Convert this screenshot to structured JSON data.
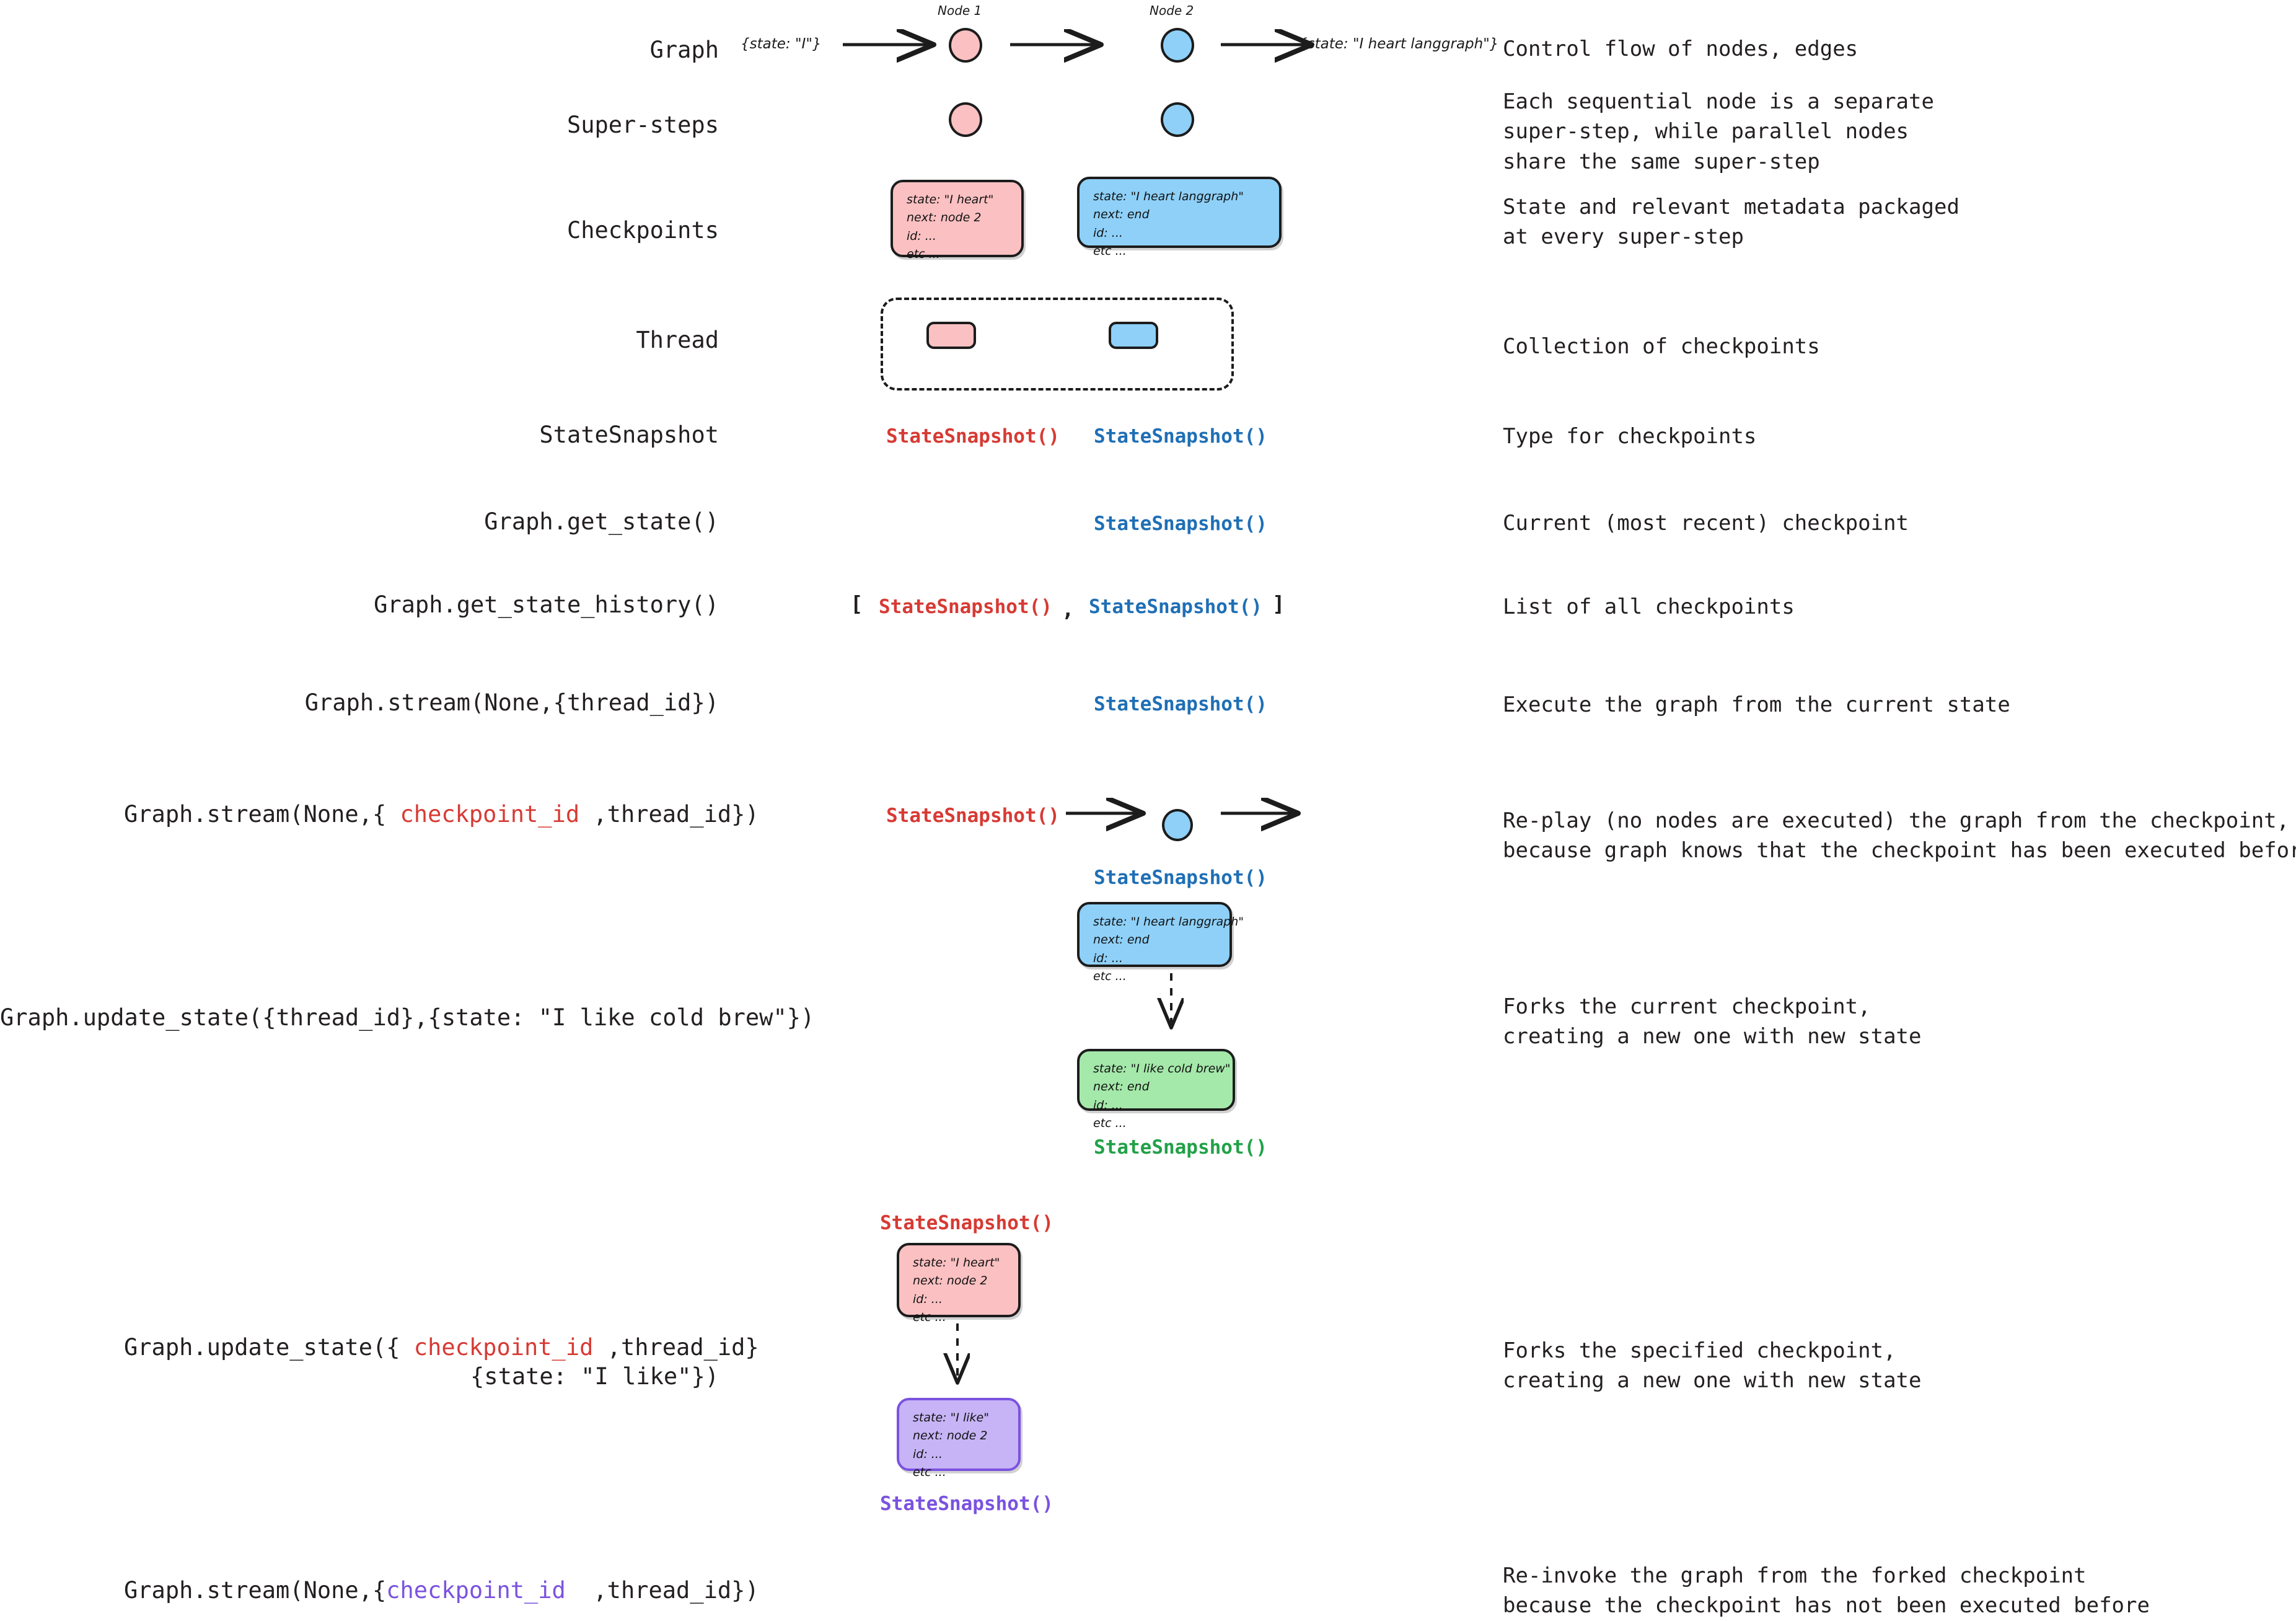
{
  "rows": [
    {
      "label": "Graph",
      "description": "Control flow of nodes, edges"
    },
    {
      "label": "Super-steps",
      "description": "Each sequential node is a separate\nsuper-step, while parallel nodes\nshare the same super-step"
    },
    {
      "label": "Checkpoints",
      "description": "State and relevant metadata packaged\nat every super-step"
    },
    {
      "label": "Thread",
      "description": "Collection of checkpoints"
    },
    {
      "label": "StateSnapshot",
      "description": "Type for checkpoints"
    },
    {
      "label": "Graph.get_state()",
      "description": "Current (most recent) checkpoint"
    },
    {
      "label": "Graph.get_state_history()",
      "description": "List of all checkpoints"
    },
    {
      "label": "Graph.stream(None,{thread_id})",
      "description": "Execute the graph from the current state"
    },
    {
      "label_parts": [
        "Graph.stream(None,{ ",
        "checkpoint_id",
        " ,thread_id})"
      ],
      "description": "Re-play (no nodes are executed) the graph from the checkpoint,\nbecause graph knows that the checkpoint has been executed before"
    },
    {
      "label": "Graph.update_state({thread_id},{state: \"I like cold brew\"})",
      "description": "Forks the current checkpoint,\ncreating a new one with new state"
    },
    {
      "label_parts": [
        "Graph.update_state({ ",
        "checkpoint_id",
        " ,thread_id}"
      ],
      "label_line2": "{state: \"I like\"})",
      "description": "Forks the specified checkpoint,\ncreating a new one with new state"
    },
    {
      "label_parts": [
        "Graph.stream(None,{",
        "checkpoint_id",
        "  ,thread_id})"
      ],
      "description": "Re-invoke the graph from the forked checkpoint\nbecause the checkpoint has not been executed before"
    }
  ],
  "graph_row": {
    "node1_title": "Node 1",
    "node2_title": "Node 2",
    "input_state": "{state: \"I\"}",
    "output_state": "{state: \"I heart langgraph\"}"
  },
  "checkpoints": {
    "pink": {
      "state": "state: \"I heart\"",
      "next": "next: node 2",
      "id": "id: ...",
      "etc": "etc ..."
    },
    "blue": {
      "state": "state: \"I heart langgraph\"",
      "next": "next: end",
      "id": "id: ...",
      "etc": "etc ..."
    },
    "green": {
      "state": "state: \"I like cold brew\"",
      "next": "next: end",
      "id": "id: ...",
      "etc": "etc ..."
    },
    "purple": {
      "state": "state: \"I like\"",
      "next": "next: node 2",
      "id": "id: ...",
      "etc": "etc ..."
    }
  },
  "tokens": {
    "snapshot": "StateSnapshot()",
    "bracket_open": "[",
    "bracket_close": "]",
    "comma": ","
  },
  "colors": {
    "pink_fill": "#fbc0c2",
    "blue_fill": "#8ed0f8",
    "green_fill": "#a4e8aa",
    "purple_fill": "#c6b4f6",
    "red_text": "#d73a34",
    "blue_text": "#1f6fb5",
    "green_text": "#22a148",
    "purple_text": "#7b52e0",
    "ink": "#231f20"
  }
}
